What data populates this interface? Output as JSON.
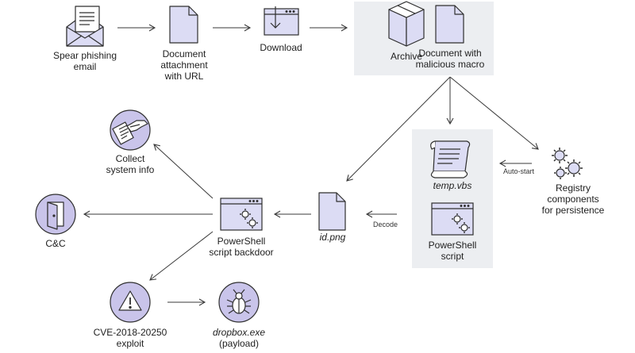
{
  "nodes": {
    "spear_phishing": [
      "Spear phishing",
      "email"
    ],
    "document_attachment": [
      "Document",
      "attachment",
      "with URL"
    ],
    "download": [
      "Download"
    ],
    "archive": [
      "Archive"
    ],
    "document_macro": [
      "Document with",
      "malicious macro"
    ],
    "temp_vbs": [
      "temp.vbs"
    ],
    "powershell_script": [
      "PowerShell",
      "script"
    ],
    "registry": [
      "Registry",
      "components",
      "for persistence"
    ],
    "id_png": [
      "id.png"
    ],
    "powershell_backdoor": [
      "PowerShell",
      "script backdoor"
    ],
    "collect_info": [
      "Collect",
      "system info"
    ],
    "cnc": [
      "C&C"
    ],
    "cve": [
      "CVE-2018-20250",
      "exploit"
    ],
    "dropbox": [
      "dropbox.exe",
      "(payload)"
    ]
  },
  "edges": {
    "auto_start": "Auto-start",
    "decode": "Decode"
  },
  "colors": {
    "icon_fill": "#dcdcf4",
    "icon_stroke": "#2f2f2f",
    "arrow": "#3a3a3a",
    "panel": "#eceef1",
    "circle_fill": "#c9c4ea"
  },
  "icons": [
    "envelope-icon",
    "document-icon",
    "download-window-icon",
    "box-icon",
    "scroll-icon",
    "gear-window-icon",
    "gears-icon",
    "hand-card-icon",
    "door-icon",
    "warning-icon",
    "bug-icon"
  ]
}
